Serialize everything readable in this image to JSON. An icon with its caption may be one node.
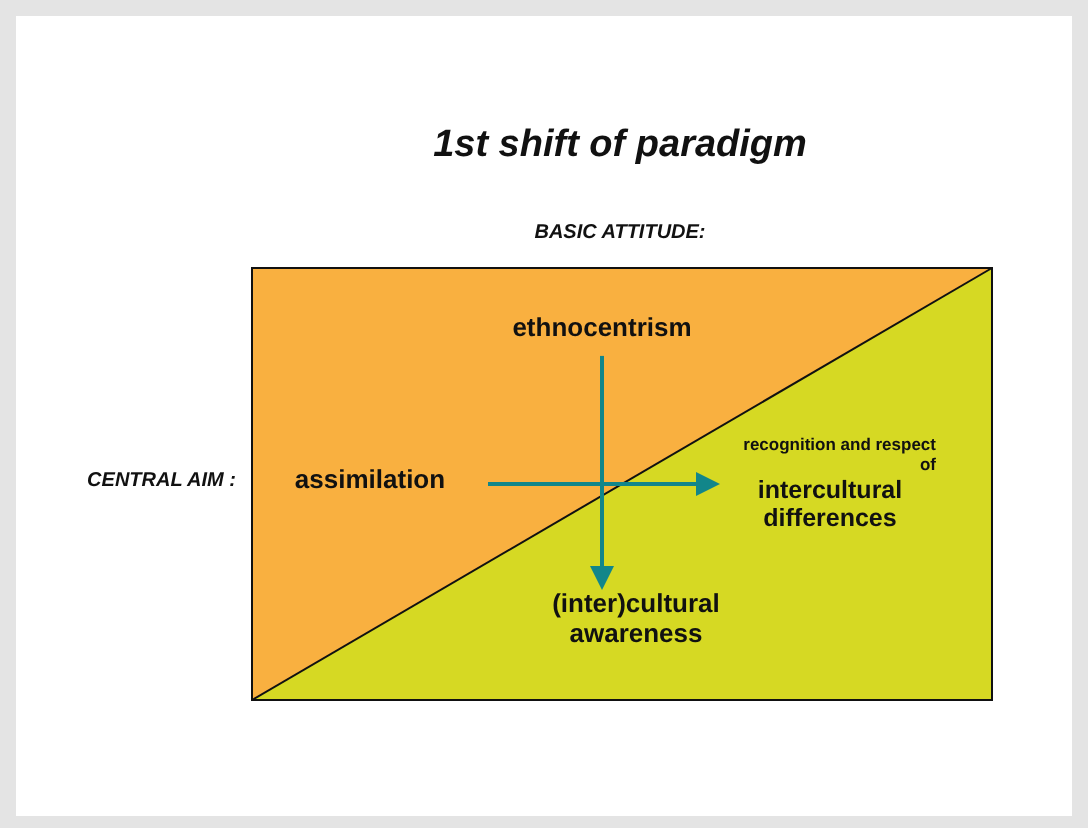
{
  "diagram": {
    "title": "1st shift of paradigm",
    "nodes": [
      {
        "text": [
          "ethnocentrism"
        ]
      },
      {
        "text": [
          "assimilation"
        ]
      },
      {
        "text": [
          "recognition and respect of",
          "intercultural differences"
        ]
      },
      {
        "text": [
          "(inter)cultural awareness"
        ]
      }
    ],
    "edges": [
      {
        "from": 0,
        "to": 3,
        "arrow": "to"
      },
      {
        "from": 1,
        "to": 2,
        "arrow": "to"
      }
    ],
    "labels": [
      "BASIC ATTITUDE:",
      "CENTRAL AIM :"
    ]
  }
}
